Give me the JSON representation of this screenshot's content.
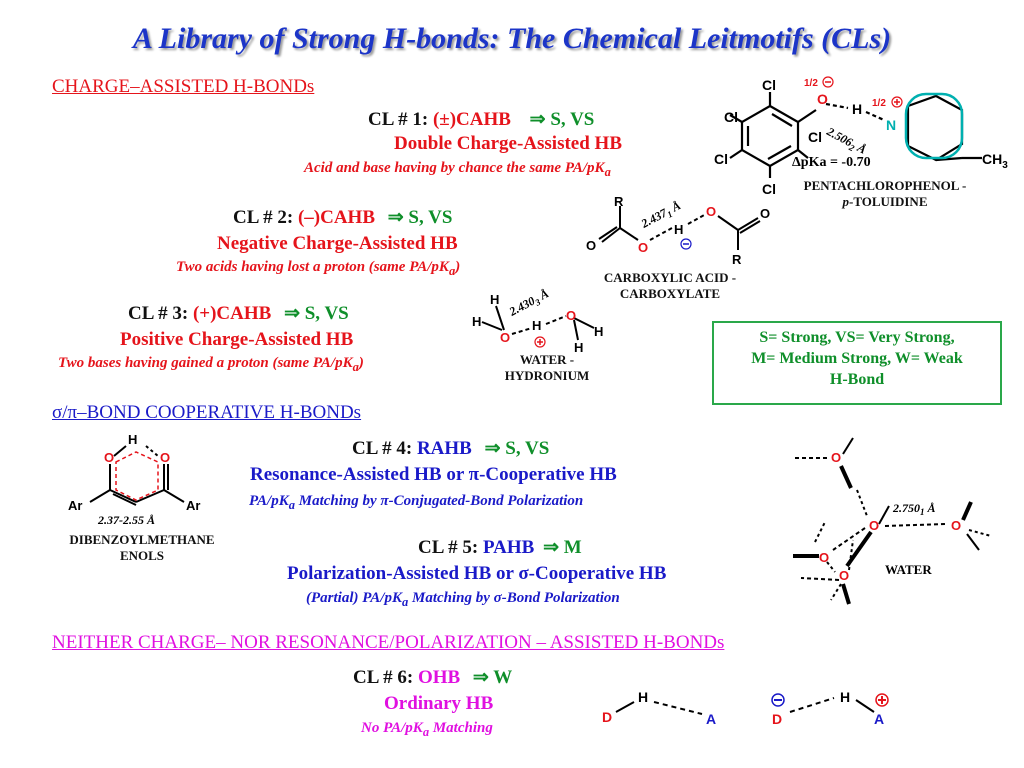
{
  "title": "A Library of Strong H-bonds: The Chemical Leitmotifs (CLs)",
  "sections": {
    "charge": "CHARGE–ASSISTED  H-BONDs",
    "cooperative": "σ/π–BOND COOPERATIVE H-BONDs",
    "neither": "NEITHER CHARGE– NOR RESONANCE/POLARIZATION – ASSISTED H-BONDs"
  },
  "cl1": {
    "label": "CL # 1:",
    "code": "(±)CAHB",
    "arrow": "⇒",
    "strength": "S, VS",
    "name": "Double Charge-Assisted HB",
    "desc": "Acid and base having by chance the same PA/pK",
    "sub": "a"
  },
  "cl2": {
    "label": "CL # 2:",
    "code": "(–)CAHB",
    "arrow": "⇒",
    "strength": "S, VS",
    "name": "Negative Charge-Assisted HB",
    "desc": "Two acids having lost a proton (same PA/pK",
    "sub": "a",
    "close": ")"
  },
  "cl3": {
    "label": "CL # 3:",
    "code": "(+)CAHB",
    "arrow": "⇒",
    "strength": "S, VS",
    "name": "Positive Charge-Assisted HB",
    "desc": "Two bases having gained a proton (same PA/pK",
    "sub": "a",
    "close": ")"
  },
  "cl4": {
    "label": "CL # 4:",
    "code": "RAHB",
    "arrow": "⇒",
    "strength": "S, VS",
    "name": "Resonance-Assisted HB or π-Cooperative HB",
    "desc_a": "PA/pK",
    "sub": "a",
    "desc_b": " Matching by ",
    "pi": "π",
    "desc_c": "-Conjugated-Bond Polarization"
  },
  "cl5": {
    "label": "CL # 5:",
    "code": "PAHB",
    "arrow": "⇒",
    "strength": "M",
    "name": "Polarization-Assisted HB or σ-Cooperative HB",
    "desc_a": "(Partial) PA/pK",
    "sub": "a",
    "desc_b": " Matching by ",
    "sigma": "σ",
    "desc_c": "-Bond Polarization"
  },
  "cl6": {
    "label": "CL # 6:",
    "code": "OHB",
    "arrow": "⇒",
    "strength": "W",
    "name": "Ordinary HB",
    "desc_a": "No PA/pK",
    "sub": "a",
    "desc_b": " Matching"
  },
  "legend": {
    "line1": "S= Strong, VS= Very Strong,",
    "line2": "M= Medium Strong, W= Weak",
    "line3": "H-Bond"
  },
  "mol1": {
    "caption1": "PENTACHLOROPHENOL -",
    "caption2_p": "p",
    "caption2": "-TOLUIDINE",
    "pka": "ΔpKa = -0.70",
    "dist": "2.506",
    "dist_sub": "2",
    "unit": " Å",
    "cl": "Cl",
    "o": "O",
    "h": "H",
    "n": "N",
    "ch3": "CH",
    "ch3_sub": "3",
    "half_minus": "1/2",
    "half_plus": "1/2"
  },
  "mol2": {
    "caption1": "CARBOXYLIC ACID -",
    "caption2": "CARBOXYLATE",
    "dist": "2.437",
    "dist_sub": "1",
    "unit": " Å",
    "r": "R",
    "o": "O",
    "h": "H"
  },
  "mol3": {
    "caption1": "WATER -",
    "caption2": "HYDRONIUM",
    "dist": "2.430",
    "dist_sub": "3",
    "unit": " Å",
    "o": "O",
    "h": "H"
  },
  "mol4": {
    "caption1": "DIBENZOYLMETHANE",
    "caption2": "ENOLS",
    "range": "2.37-2.55 Å",
    "o": "O",
    "h": "H",
    "ar": "Ar"
  },
  "mol5": {
    "caption": "WATER",
    "dist": "2.750",
    "dist_sub": "1",
    "unit": " Å",
    "o": "O"
  },
  "mol6": {
    "d": "D",
    "h": "H",
    "a": "A"
  },
  "signs": {
    "minus": "−",
    "plus": "+"
  }
}
